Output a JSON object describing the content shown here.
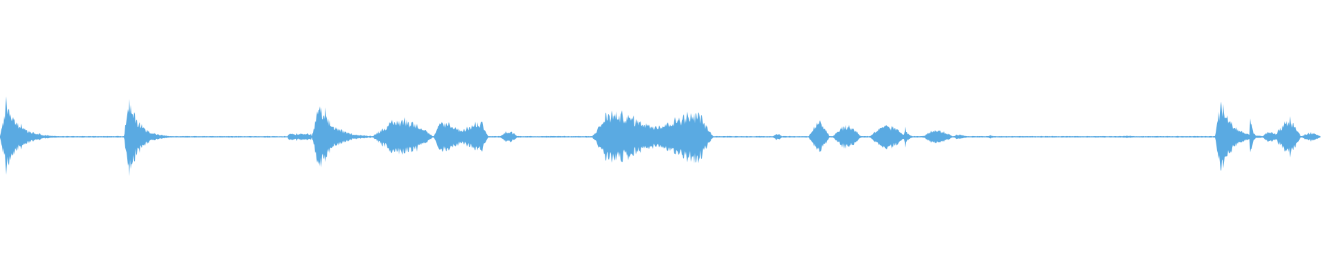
{
  "waveform": {
    "color": "#5aaae2",
    "background": "#ffffff",
    "segments": [
      {
        "start": 0.0,
        "end": 0.042,
        "peak": 0.34,
        "env": "burst-decay"
      },
      {
        "start": 0.094,
        "end": 0.128,
        "peak": 0.36,
        "env": "burst-decay"
      },
      {
        "start": 0.218,
        "end": 0.236,
        "peak": 0.03,
        "env": "flat"
      },
      {
        "start": 0.236,
        "end": 0.282,
        "peak": 0.31,
        "env": "burst-decay"
      },
      {
        "start": 0.282,
        "end": 0.328,
        "peak": 0.17,
        "env": "hump"
      },
      {
        "start": 0.328,
        "end": 0.37,
        "peak": 0.15,
        "env": "plateau"
      },
      {
        "start": 0.378,
        "end": 0.392,
        "peak": 0.05,
        "env": "hump"
      },
      {
        "start": 0.448,
        "end": 0.54,
        "peak": 0.24,
        "env": "plateau"
      },
      {
        "start": 0.585,
        "end": 0.592,
        "peak": 0.03,
        "env": "hump"
      },
      {
        "start": 0.612,
        "end": 0.628,
        "peak": 0.14,
        "env": "hump"
      },
      {
        "start": 0.63,
        "end": 0.652,
        "peak": 0.11,
        "env": "hump"
      },
      {
        "start": 0.658,
        "end": 0.686,
        "peak": 0.11,
        "env": "hump"
      },
      {
        "start": 0.684,
        "end": 0.694,
        "peak": 0.09,
        "env": "burst-decay"
      },
      {
        "start": 0.698,
        "end": 0.722,
        "peak": 0.06,
        "env": "hump"
      },
      {
        "start": 0.722,
        "end": 0.745,
        "peak": 0.03,
        "env": "burst-decay"
      },
      {
        "start": 0.748,
        "end": 0.76,
        "peak": 0.02,
        "env": "burst-decay"
      },
      {
        "start": 0.845,
        "end": 0.862,
        "peak": 0.01,
        "env": "hump"
      },
      {
        "start": 0.92,
        "end": 0.955,
        "peak": 0.37,
        "env": "burst-decay"
      },
      {
        "start": 0.946,
        "end": 0.952,
        "peak": 0.22,
        "env": "burst-decay"
      },
      {
        "start": 0.955,
        "end": 0.968,
        "peak": 0.05,
        "env": "hump"
      },
      {
        "start": 0.965,
        "end": 0.985,
        "peak": 0.16,
        "env": "hump"
      },
      {
        "start": 0.985,
        "end": 1.0,
        "peak": 0.04,
        "env": "hump"
      }
    ]
  }
}
